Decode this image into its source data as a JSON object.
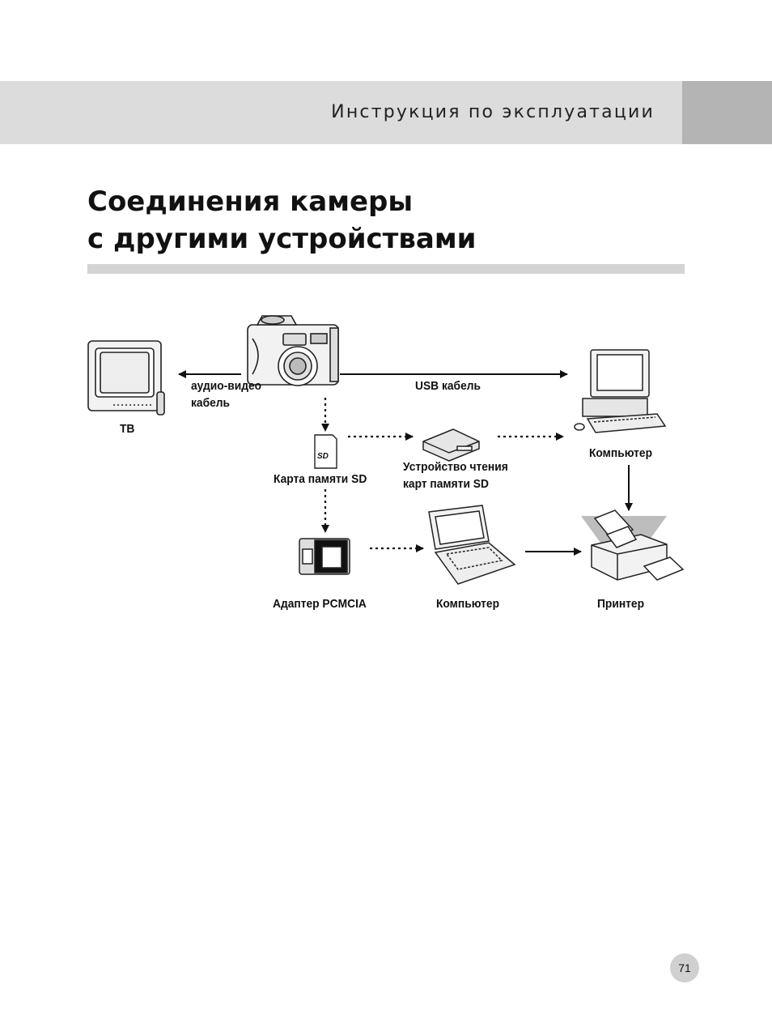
{
  "header": {
    "manual_title": "Инструкция по эксплуатации"
  },
  "page": {
    "title_line1": "Соединения камеры",
    "title_line2": "с другими устройствами",
    "page_number": "71"
  },
  "diagram": {
    "tv_label": "ТВ",
    "av_cable_line1": "аудио-видео",
    "av_cable_line2": "кабель",
    "usb_cable_label": "USB кабель",
    "sd_card_label": "Карта памяти SD",
    "sd_logo": "SD",
    "card_reader_line1": "Устройство чтения",
    "card_reader_line2": "карт памяти SD",
    "desktop_label": "Компьютер",
    "pcmcia_label": "Адаптер PCMCIA",
    "laptop_label": "Компьютер",
    "printer_label": "Принтер"
  }
}
